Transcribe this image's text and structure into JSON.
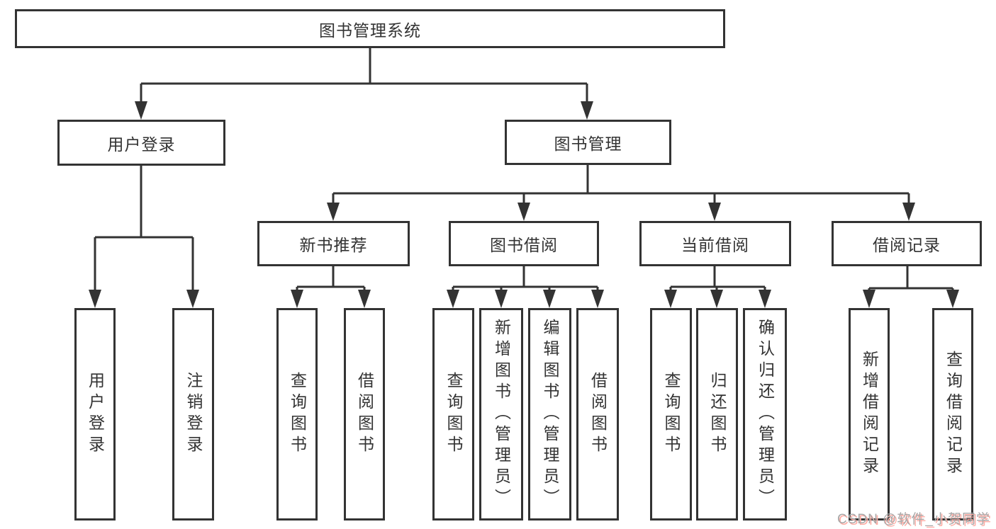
{
  "title": "图书管理系统",
  "branches": {
    "user_login": {
      "label": "用户登录",
      "children": [
        {
          "label": "用户登录"
        },
        {
          "label": "注销登录"
        }
      ]
    },
    "book_mgmt": {
      "label": "图书管理",
      "children": [
        {
          "label": "新书推荐",
          "children": [
            {
              "label": "查询图书"
            },
            {
              "label": "借阅图书"
            }
          ]
        },
        {
          "label": "图书借阅",
          "children": [
            {
              "label": "查询图书"
            },
            {
              "label": "新增图书（管理员）"
            },
            {
              "label": "编辑图书（管理员）"
            },
            {
              "label": "借阅图书"
            }
          ]
        },
        {
          "label": "当前借阅",
          "children": [
            {
              "label": "查询图书"
            },
            {
              "label": "归还图书"
            },
            {
              "label": "确认归还（管理员）"
            }
          ]
        },
        {
          "label": "借阅记录",
          "children": [
            {
              "label": "新增借阅记录"
            },
            {
              "label": "查询借阅记录"
            }
          ]
        }
      ]
    }
  },
  "watermark": "CSDN @软件_小贺同学",
  "colors": {
    "line": "#333333",
    "box_border": "#333333",
    "text": "#333333",
    "background": "#ffffff",
    "watermark_text": "#a8a8a8",
    "watermark_shadow": "#ffaba3"
  }
}
